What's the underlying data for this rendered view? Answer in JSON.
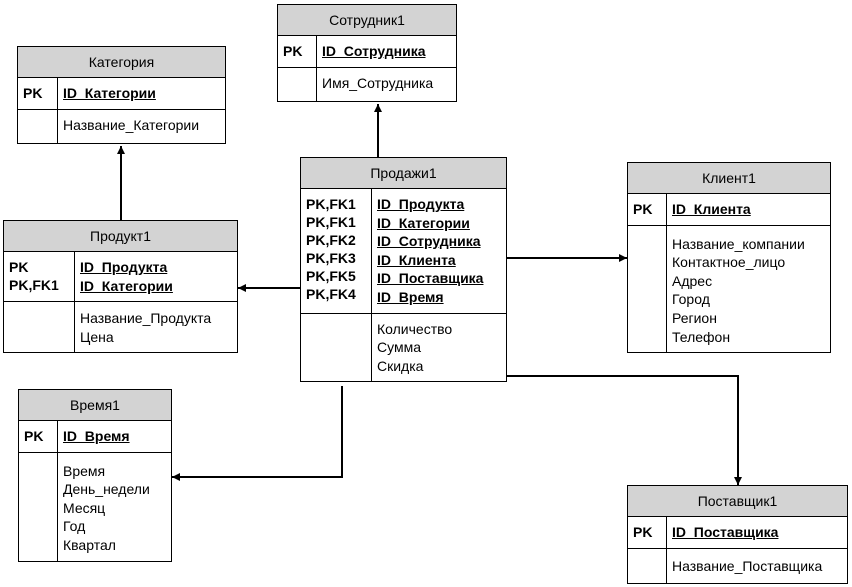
{
  "entities": {
    "sotrudnik": {
      "title": "Сотрудник1",
      "key_flags": [
        "PK"
      ],
      "key_fields": [
        "ID_Сотрудника"
      ],
      "attributes": [
        "Имя_Сотрудника"
      ]
    },
    "kategoria": {
      "title": "Категория",
      "key_flags": [
        "PK"
      ],
      "key_fields": [
        "ID_Категории"
      ],
      "attributes": [
        "Название_Категории"
      ]
    },
    "prodazhi": {
      "title": "Продажи1",
      "key_flags": [
        "PK,FK1",
        "PK,FK1",
        "PK,FK2",
        "PK,FK3",
        "PK,FK5",
        "PK,FK4"
      ],
      "key_fields": [
        "ID_Продукта",
        "ID_Категории",
        "ID_Сотрудника",
        "ID_Клиента",
        "ID_Поставщика",
        "ID_Время"
      ],
      "attributes": [
        "Количество",
        "Сумма",
        "Скидка"
      ]
    },
    "klient": {
      "title": "Клиент1",
      "key_flags": [
        "PK"
      ],
      "key_fields": [
        "ID_Клиента"
      ],
      "attributes": [
        "Название_компании",
        "Контактное_лицо",
        "Адрес",
        "Город",
        "Регион",
        "Телефон"
      ]
    },
    "produkt": {
      "title": "Продукт1",
      "key_flags": [
        "PK",
        "PK,FK1"
      ],
      "key_fields": [
        "ID_Продукта",
        "ID_Категории"
      ],
      "attributes": [
        "Название_Продукта",
        "Цена"
      ]
    },
    "vremya": {
      "title": "Время1",
      "key_flags": [
        "PK"
      ],
      "key_fields": [
        "ID_Время"
      ],
      "attributes": [
        "Время",
        "День_недели",
        "Месяц",
        "Год",
        "Квартал"
      ]
    },
    "postavshik": {
      "title": "Поставщик1",
      "key_flags": [
        "PK"
      ],
      "key_fields": [
        "ID_Поставщика"
      ],
      "attributes": [
        "Название_Поставщика"
      ]
    }
  }
}
